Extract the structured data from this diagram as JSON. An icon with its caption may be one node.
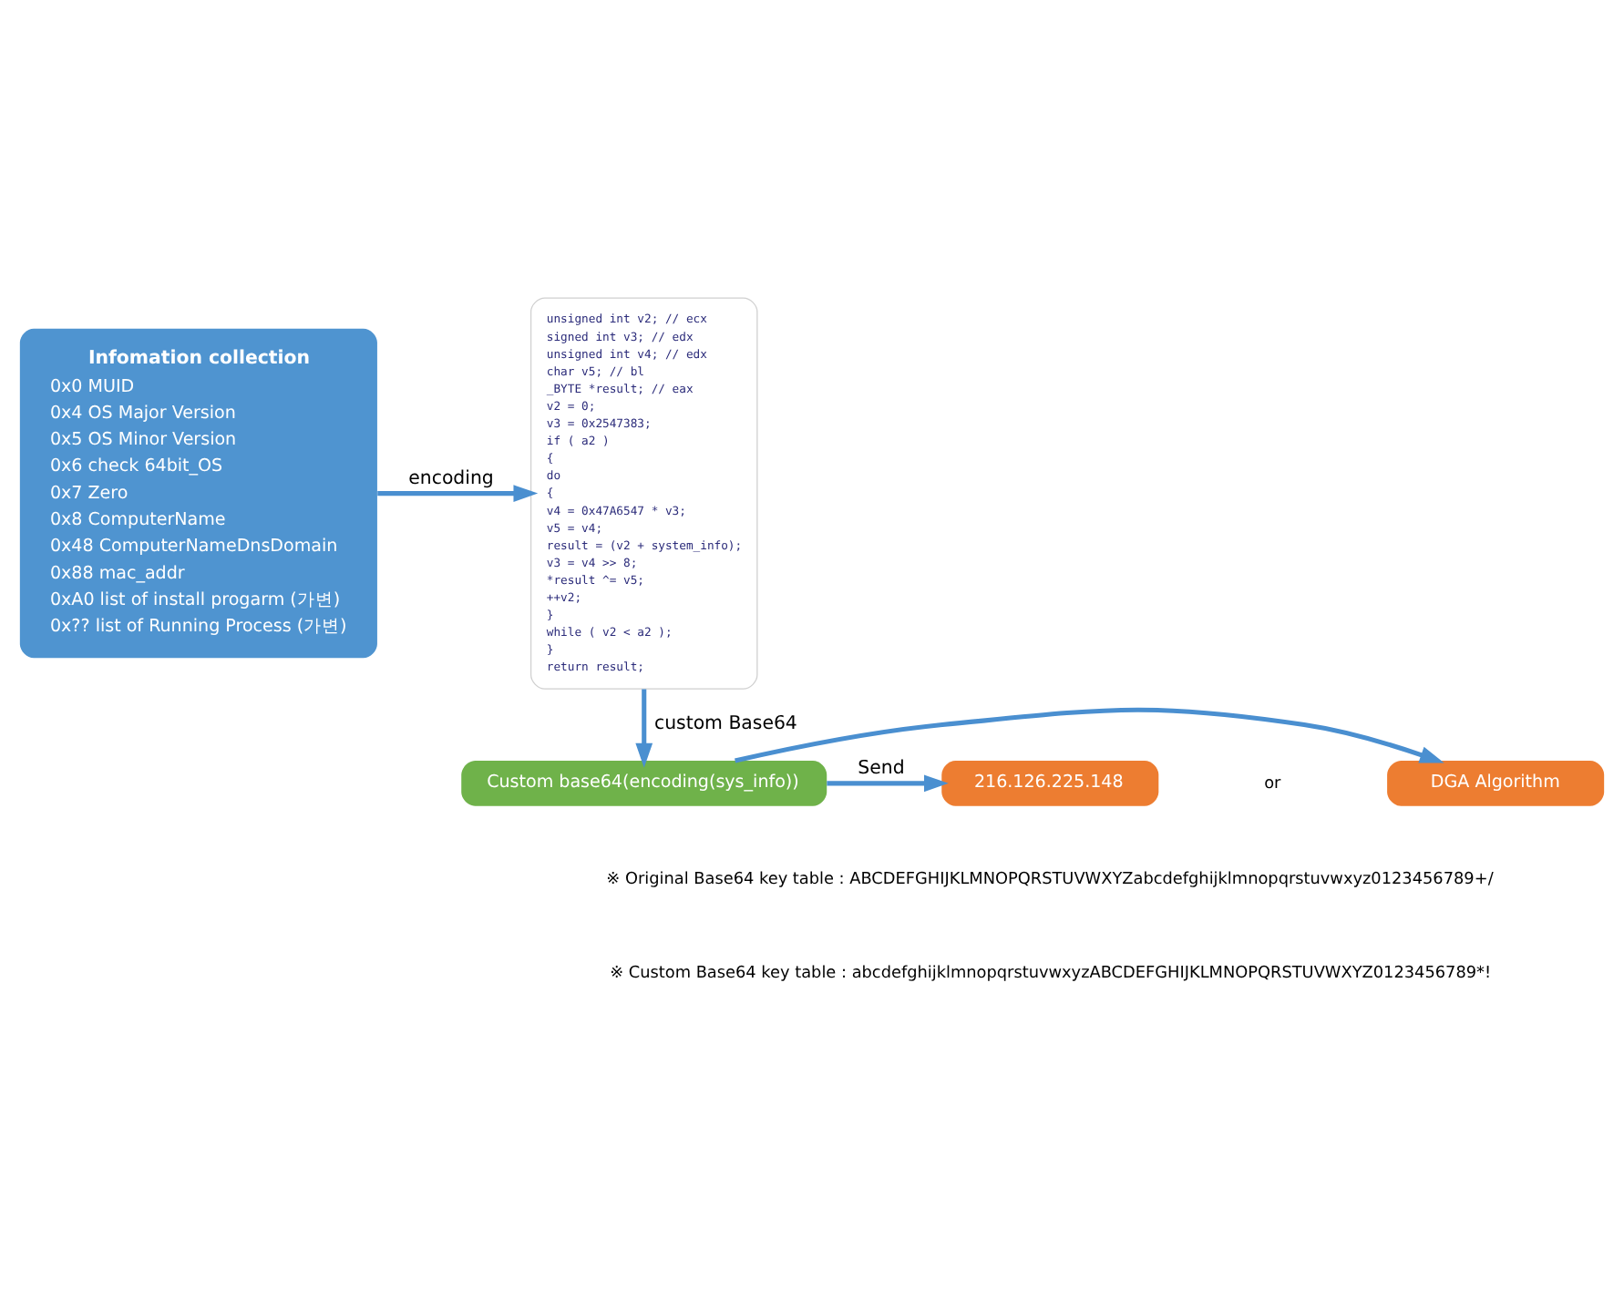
{
  "diagram": {
    "nodes": [
      {
        "text": [
          "Infomation collection",
          "0x0 MUID",
          "0x4 OS Major Version",
          "0x5 OS Minor Version",
          "0x6 check 64bit_OS",
          "0x7 Zero",
          "0x8 ComputerName",
          "0x48 ComputerNameDnsDomain",
          "0x88 mac_addr",
          "0xA0 list of install progarm (가변)",
          "0x?? list of Running Process (가변)"
        ]
      },
      {
        "text": [
          "unsigned int v2; // ecx",
          "signed int v3; // edx",
          "unsigned int v4; // edx",
          "char v5; // bl",
          "_BYTE *result; // eax",
          "v2 = 0;",
          "v3 = 0x2547383;",
          "if ( a2 )",
          "{",
          "do",
          "{",
          "v4 = 0x47A6547 * v3;",
          "v5 = v4;",
          "result = (v2 + system_info);",
          "v3 = v4 >> 8;",
          "*result ^= v5;",
          "++v2;",
          "}",
          "while ( v2 < a2 );",
          "}",
          "return result;"
        ]
      },
      {
        "text": [
          "216.126.225.148"
        ]
      },
      {
        "text": [
          "DGA Algorithm"
        ]
      },
      {
        "text": [
          "Custom base64(encoding(sys_info))"
        ]
      }
    ],
    "edges": [
      {
        "from": 0,
        "to": 1,
        "arrow": "to",
        "label": "encoding"
      },
      {
        "from": 1,
        "to": 4,
        "arrow": "to",
        "label": "custom Base64"
      },
      {
        "from": 4,
        "to": 2,
        "arrow": "to",
        "label": "Send"
      },
      {
        "from": 4,
        "to": 3,
        "arrow": "to"
      }
    ],
    "labels": [
      "or",
      "※ Original Base64 key table : ABCDEFGHIJKLMNOPQRSTUVWXYZabcdefghijklmnopqrstuvwxyz0123456789+/",
      "※ Custom Base64 key table : abcdefghijklmnopqrstuvwxyzABCDEFGHIJKLMNOPQRSTUVWXYZ0123456789*!"
    ]
  }
}
